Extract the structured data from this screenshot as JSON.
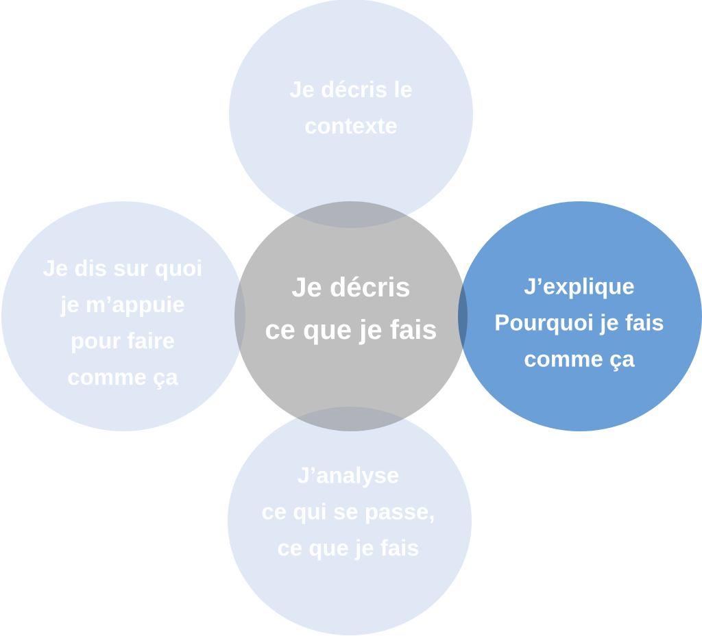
{
  "colors": {
    "light": "#DAE3F3",
    "center": "#7F7F7F",
    "accent": "#6A9FD8",
    "text": "#FFFFFF"
  },
  "nodes": {
    "top": {
      "lines": [
        "Je décris le",
        "contexte"
      ]
    },
    "left": {
      "lines": [
        "Je dis sur quoi",
        "je m’appuie",
        "pour faire",
        "comme ça"
      ]
    },
    "center": {
      "lines": [
        "Je décris",
        "ce que je fais"
      ]
    },
    "right": {
      "lines": [
        "J’explique",
        "Pourquoi je fais",
        "comme ça"
      ]
    },
    "bottom": {
      "lines": [
        "J’analyse",
        "ce qui se passe,",
        "ce que je fais"
      ]
    }
  }
}
